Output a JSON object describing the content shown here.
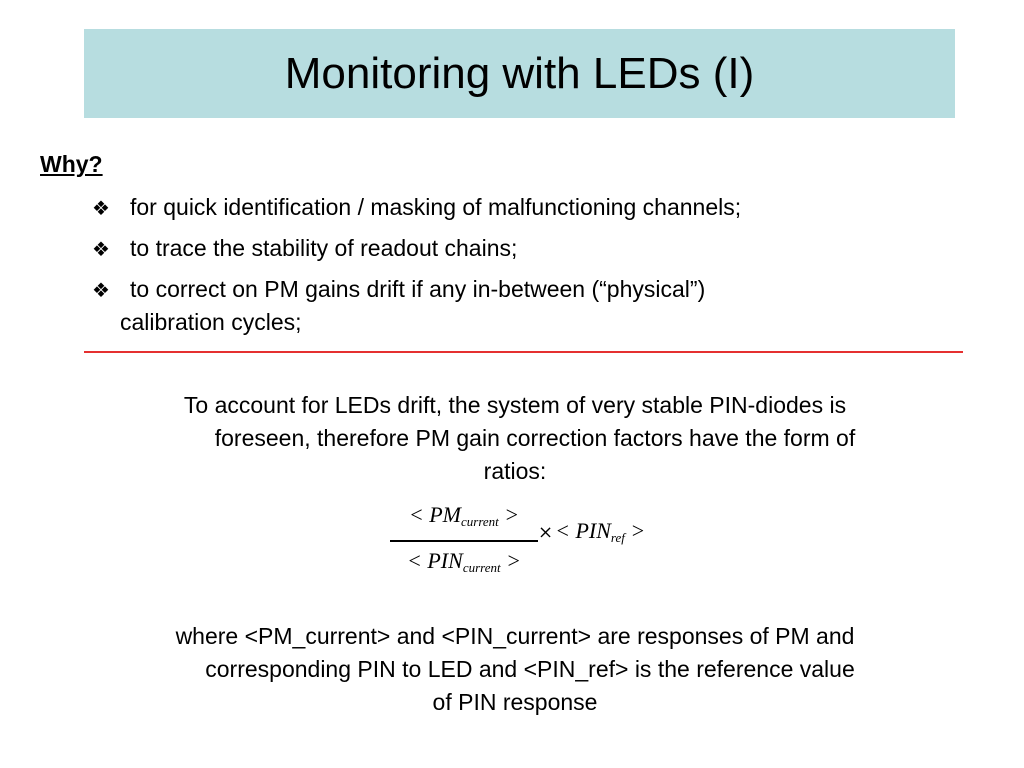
{
  "slide": {
    "title": "Monitoring with LEDs (I)",
    "why_heading": "Why?",
    "bullet_glyph": "❖",
    "bullets": [
      {
        "line1": "for quick identification / masking of malfunctioning channels;",
        "line2": ""
      },
      {
        "line1": "to trace the stability of readout chains;",
        "line2": ""
      },
      {
        "line1": "to correct on PM gains drift if any in-between (“physical”)",
        "line2": "calibration cycles;"
      }
    ],
    "paragraph1": {
      "line1": "To account for LEDs drift, the system of very stable PIN-diodes is",
      "line2": "foreseen, therefore PM gain correction factors have the form of",
      "line3": "ratios:"
    },
    "formula": {
      "numerator_main": "< PM",
      "numerator_sub": "current",
      "numerator_close": ">",
      "denominator_main": "< PIN",
      "denominator_sub": "current",
      "denominator_close": ">",
      "times": "×",
      "rhs_main": "< PIN",
      "rhs_sub": "ref",
      "rhs_close": ">"
    },
    "paragraph2": {
      "line1": "where <PM_current> and <PIN_current> are responses of PM and",
      "line2": "corresponding PIN to LED and <PIN_ref> is the reference value",
      "line3": "of PIN response"
    },
    "colors": {
      "title_background": "#b7dde0",
      "separator": "#e53030"
    }
  }
}
